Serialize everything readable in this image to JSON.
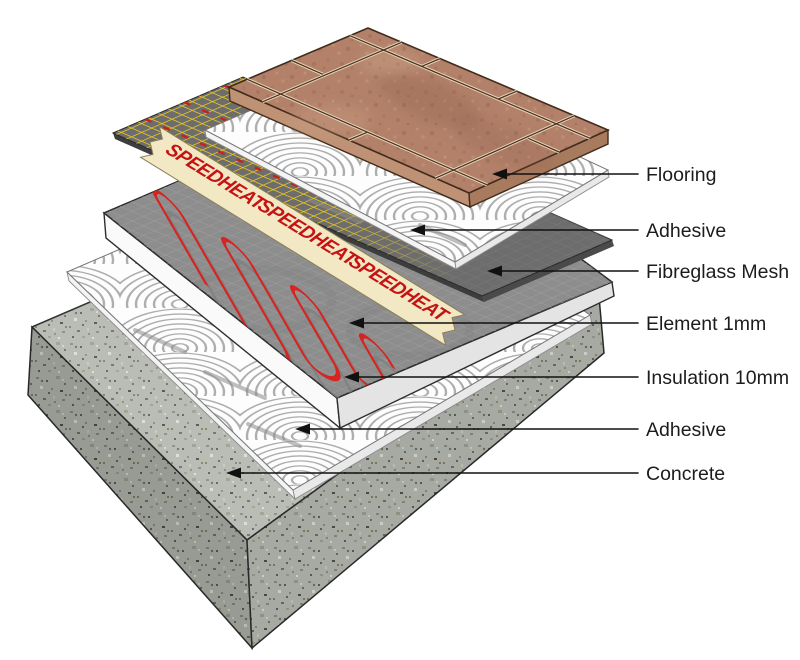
{
  "diagram": {
    "type": "exploded-layer-diagram",
    "labels": [
      {
        "text": "Flooring"
      },
      {
        "text": "Adhesive"
      },
      {
        "text": "Fibreglass Mesh"
      },
      {
        "text": "Element 1mm"
      },
      {
        "text": "Insulation 10mm"
      },
      {
        "text": "Adhesive"
      },
      {
        "text": "Concrete"
      }
    ],
    "tape": {
      "text": "SPEEDHEAT"
    },
    "colors": {
      "tile_brown": "#b3816a",
      "element_wire_red": "#d62420",
      "mesh_yellow": "#eac81e",
      "tape_beige": "#f2e8c4",
      "insulation_grey": "#8d8d8d",
      "concrete_grey": "#b5b9b1"
    }
  }
}
